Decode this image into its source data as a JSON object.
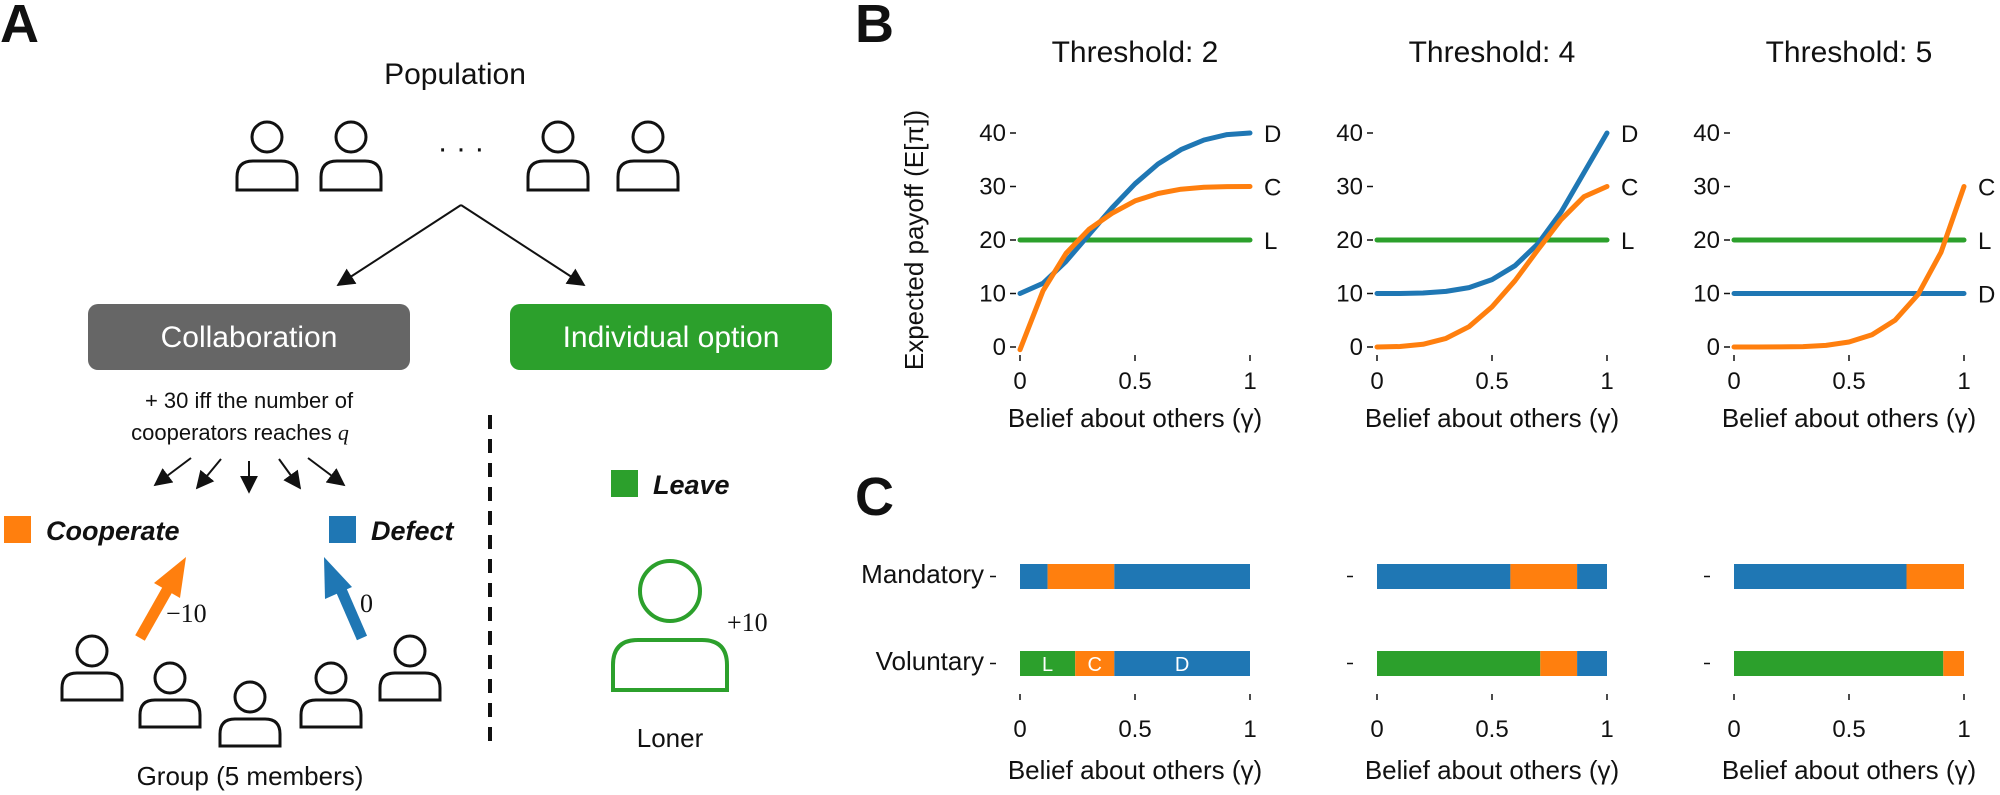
{
  "colors": {
    "cooperate": "#ff7f0e",
    "defect": "#1f77b4",
    "leave": "#2ca02c",
    "collab_box": "#666666",
    "individual_box": "#2ca02c"
  },
  "panel_a": {
    "letter": "A",
    "population_label": "Population",
    "ellipsis": "· · ·",
    "collaboration_label": "Collaboration",
    "individual_label": "Individual option",
    "rule_line1": "+ 30 iff the number of",
    "rule_line2": "cooperators reaches ",
    "rule_q": "q",
    "cooperate_label": "Cooperate",
    "defect_label": "Defect",
    "leave_label": "Leave",
    "coop_payoff": "−10",
    "defect_payoff": "0",
    "loner_payoff": "+10",
    "loner_label": "Loner",
    "group_label": "Group (5 members)"
  },
  "panel_b": {
    "letter": "B",
    "ylabel": "Expected payoff (E[π])",
    "xlabel": "Belief about others (γ)",
    "yticks": [
      "0",
      "10",
      "20",
      "30",
      "40"
    ],
    "xticks": [
      "0",
      "0.5",
      "1"
    ]
  },
  "panel_c": {
    "letter": "C",
    "row_labels": [
      "Mandatory",
      "Voluntary"
    ],
    "xlabel": "Belief about others (γ)",
    "xticks": [
      "0",
      "0.5",
      "1"
    ],
    "inbar_labels": [
      "L",
      "C",
      "D"
    ]
  },
  "chart_data": [
    {
      "type": "line",
      "title": "Threshold: 2",
      "xlabel": "Belief about others (γ)",
      "ylabel": "Expected payoff (E[π])",
      "xlim": [
        0,
        1
      ],
      "ylim": [
        0,
        40
      ],
      "x": [
        0,
        0.1,
        0.2,
        0.3,
        0.4,
        0.5,
        0.6,
        0.7,
        0.8,
        0.9,
        1.0
      ],
      "series": [
        {
          "name": "D",
          "color": "#1f77b4",
          "values": [
            10.0,
            11.9,
            16.0,
            21.0,
            26.0,
            30.5,
            34.2,
            36.9,
            38.7,
            39.7,
            40.0
          ]
        },
        {
          "name": "C",
          "color": "#ff7f0e",
          "values": [
            -0.5,
            10.5,
            17.5,
            22.0,
            25.0,
            27.3,
            28.7,
            29.5,
            29.85,
            29.98,
            30.0
          ]
        },
        {
          "name": "L",
          "color": "#2ca02c",
          "values": [
            20,
            20,
            20,
            20,
            20,
            20,
            20,
            20,
            20,
            20,
            20
          ]
        }
      ]
    },
    {
      "type": "line",
      "title": "Threshold: 4",
      "xlabel": "Belief about others (γ)",
      "ylabel": "",
      "xlim": [
        0,
        1
      ],
      "ylim": [
        0,
        40
      ],
      "x": [
        0,
        0.1,
        0.2,
        0.3,
        0.4,
        0.5,
        0.6,
        0.7,
        0.8,
        0.9,
        1.0
      ],
      "series": [
        {
          "name": "D",
          "color": "#1f77b4",
          "values": [
            10.0,
            10.0,
            10.1,
            10.4,
            11.1,
            12.6,
            15.2,
            19.3,
            25.2,
            32.6,
            40.0
          ]
        },
        {
          "name": "C",
          "color": "#ff7f0e",
          "values": [
            0.0,
            0.1,
            0.5,
            1.6,
            3.8,
            7.5,
            12.4,
            18.2,
            23.8,
            28.1,
            30.0
          ]
        },
        {
          "name": "L",
          "color": "#2ca02c",
          "values": [
            20,
            20,
            20,
            20,
            20,
            20,
            20,
            20,
            20,
            20,
            20
          ]
        }
      ]
    },
    {
      "type": "line",
      "title": "Threshold: 5",
      "xlabel": "Belief about others (γ)",
      "ylabel": "",
      "xlim": [
        0,
        1
      ],
      "ylim": [
        0,
        40
      ],
      "x": [
        0,
        0.1,
        0.2,
        0.3,
        0.4,
        0.5,
        0.6,
        0.7,
        0.8,
        0.9,
        1.0
      ],
      "series": [
        {
          "name": "C",
          "color": "#ff7f0e",
          "values": [
            0.0,
            0.0,
            0.01,
            0.07,
            0.3,
            0.94,
            2.3,
            5.0,
            9.8,
            17.7,
            30.0
          ]
        },
        {
          "name": "L",
          "color": "#2ca02c",
          "values": [
            20,
            20,
            20,
            20,
            20,
            20,
            20,
            20,
            20,
            20,
            20
          ]
        },
        {
          "name": "D",
          "color": "#1f77b4",
          "values": [
            10,
            10,
            10,
            10,
            10,
            10,
            10,
            10,
            10,
            10,
            10
          ]
        }
      ]
    },
    {
      "type": "bar",
      "title": "",
      "xlabel": "Belief about others (γ)",
      "xlim": [
        0,
        1
      ],
      "panels": [
        {
          "threshold": 2,
          "mandatory": [
            {
              "choice": "D",
              "from": 0,
              "to": 0.12
            },
            {
              "choice": "C",
              "from": 0.12,
              "to": 0.41
            },
            {
              "choice": "D",
              "from": 0.41,
              "to": 1.0
            }
          ],
          "voluntary": [
            {
              "choice": "L",
              "from": 0,
              "to": 0.24
            },
            {
              "choice": "C",
              "from": 0.24,
              "to": 0.41
            },
            {
              "choice": "D",
              "from": 0.41,
              "to": 1.0
            }
          ]
        },
        {
          "threshold": 4,
          "mandatory": [
            {
              "choice": "D",
              "from": 0,
              "to": 0.58
            },
            {
              "choice": "C",
              "from": 0.58,
              "to": 0.87
            },
            {
              "choice": "D",
              "from": 0.87,
              "to": 1.0
            }
          ],
          "voluntary": [
            {
              "choice": "L",
              "from": 0,
              "to": 0.71
            },
            {
              "choice": "C",
              "from": 0.71,
              "to": 0.87
            },
            {
              "choice": "D",
              "from": 0.87,
              "to": 1.0
            }
          ]
        },
        {
          "threshold": 5,
          "mandatory": [
            {
              "choice": "D",
              "from": 0,
              "to": 0.75
            },
            {
              "choice": "C",
              "from": 0.75,
              "to": 1.0
            }
          ],
          "voluntary": [
            {
              "choice": "L",
              "from": 0,
              "to": 0.91
            },
            {
              "choice": "C",
              "from": 0.91,
              "to": 1.0
            }
          ]
        }
      ]
    }
  ]
}
